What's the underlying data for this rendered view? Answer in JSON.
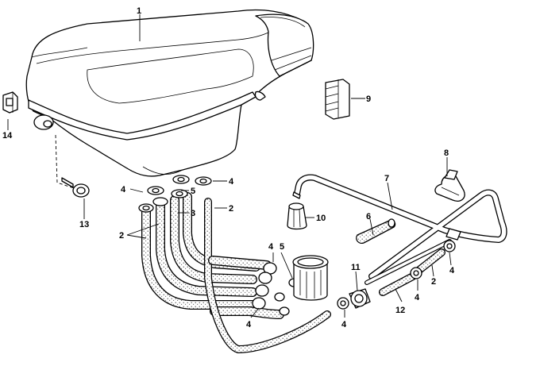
{
  "parts": [
    {
      "id": "tank",
      "number": "1"
    },
    {
      "id": "hose-left",
      "number": "2"
    },
    {
      "id": "hose-right",
      "number": "2"
    },
    {
      "id": "hose-lower-right",
      "number": "2"
    },
    {
      "id": "hose-middle",
      "number": "3"
    },
    {
      "id": "clamp-upper-left",
      "number": "4"
    },
    {
      "id": "clamp-upper-right",
      "number": "4"
    },
    {
      "id": "clamp-middle",
      "number": "4"
    },
    {
      "id": "clamp-lower-left",
      "number": "4"
    },
    {
      "id": "clamp-lower-center",
      "number": "4"
    },
    {
      "id": "clamp-right-a",
      "number": "4"
    },
    {
      "id": "clamp-right-b",
      "number": "4"
    },
    {
      "id": "grommet-upper",
      "number": "5"
    },
    {
      "id": "grommet-lower",
      "number": "5"
    },
    {
      "id": "sleeve",
      "number": "6"
    },
    {
      "id": "pipe-bracket",
      "number": "7"
    },
    {
      "id": "clip",
      "number": "8"
    },
    {
      "id": "spring-clip",
      "number": "9"
    },
    {
      "id": "cap",
      "number": "10"
    },
    {
      "id": "connector",
      "number": "11"
    },
    {
      "id": "tube",
      "number": "12"
    },
    {
      "id": "bolt",
      "number": "13"
    },
    {
      "id": "nut",
      "number": "14"
    }
  ]
}
